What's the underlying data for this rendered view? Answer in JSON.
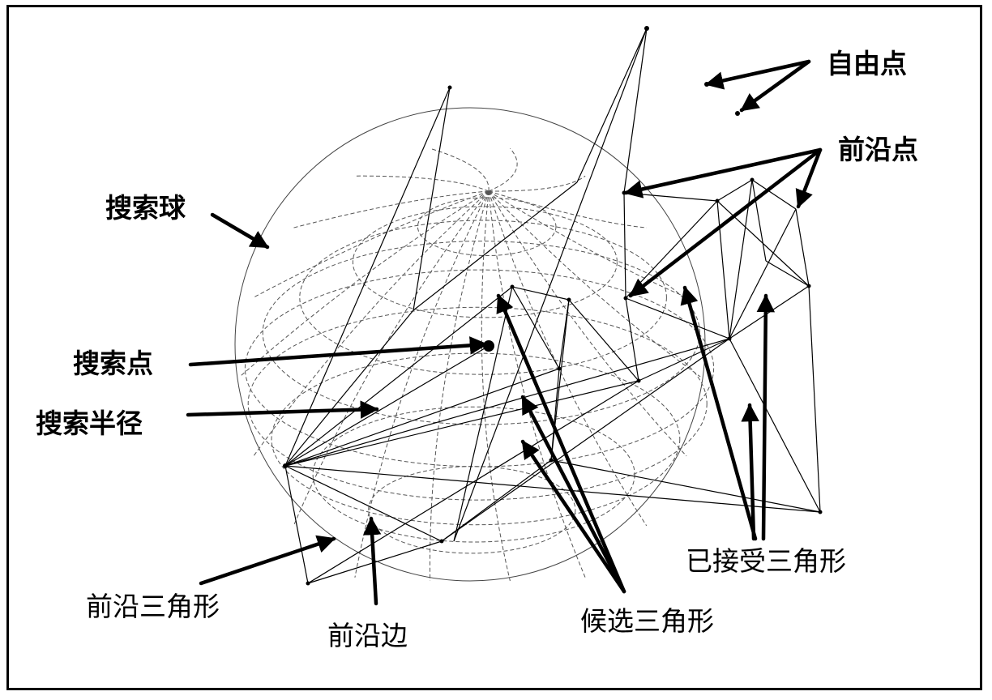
{
  "labels": {
    "free_point": "自由点",
    "front_point": "前沿点",
    "search_sphere": "搜索球",
    "search_point": "搜索点",
    "search_radius": "搜索半径",
    "front_triangle": "前沿三角形",
    "front_edge": "前沿边",
    "candidate_triangle": "候选三角形",
    "accepted_triangle": "已接受三角形"
  },
  "colors": {
    "ink": "#000000",
    "sphere_line": "#555555",
    "background": "#ffffff"
  }
}
